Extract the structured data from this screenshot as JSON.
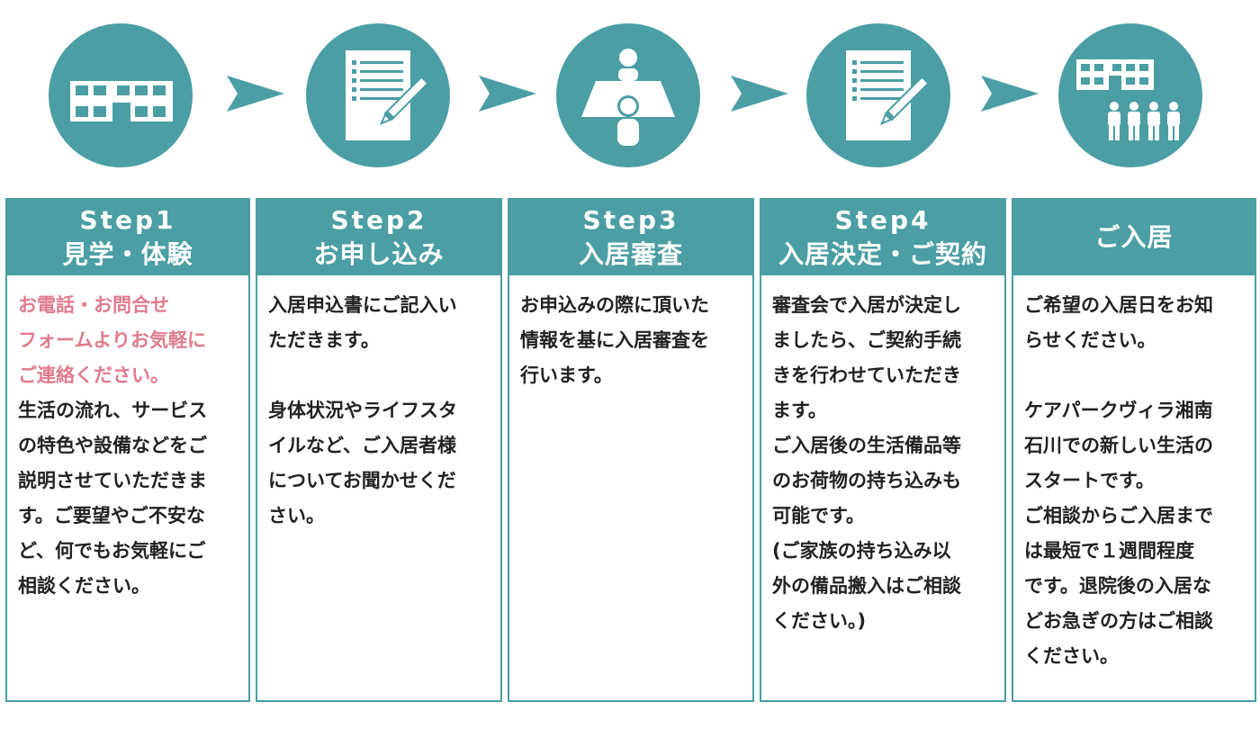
{
  "colors": {
    "accent": "#4a9ea4",
    "highlight": "#e07b8c",
    "text": "#222222"
  },
  "steps": [
    {
      "icon": "building-icon",
      "step": "Step1",
      "title": "見学・体験",
      "highlight": "お電話・お問合せ\nフォームよりお気軽に\nご連絡ください。",
      "body": "生活の流れ、サービス\nの特色や設備などをご\n説明させていただきま\nす。ご要望やご不安な\nど、何でもお気軽にご\n相談ください。"
    },
    {
      "icon": "document-pen-icon",
      "step": "Step2",
      "title": "お申し込み",
      "highlight": "",
      "body": "入居申込書にご記入い\nただきます。\n\n身体状況やライフスタ\nイルなど、ご入居者様\nについてお聞かせくだ\nさい。"
    },
    {
      "icon": "consultation-icon",
      "step": "Step3",
      "title": "入居審査",
      "highlight": "",
      "body": "お申込みの際に頂いた\n情報を基に入居審査を\n行います。"
    },
    {
      "icon": "document-pen-icon",
      "step": "Step4",
      "title": "入居決定・ご契約",
      "highlight": "",
      "body": "審査会で入居が決定し\nましたら、ご契約手続\nきを行わせていただき\nます。\nご入居後の生活備品等\nのお荷物の持ち込みも\n可能です。\n(ご家族の持ち込み以\n外の備品搬入はご相談\nください。)"
    },
    {
      "icon": "building-people-icon",
      "step": "",
      "title": "ご入居",
      "highlight": "",
      "body": "ご希望の入居日をお知\nらせください。\n\nケアパークヴィラ湘南\n石川での新しい生活の\nスタートです。\nご相談からご入居まで\nは最短で１週間程度\nです。退院後の入居な\nどお急ぎの方はご相談\nください。"
    }
  ]
}
